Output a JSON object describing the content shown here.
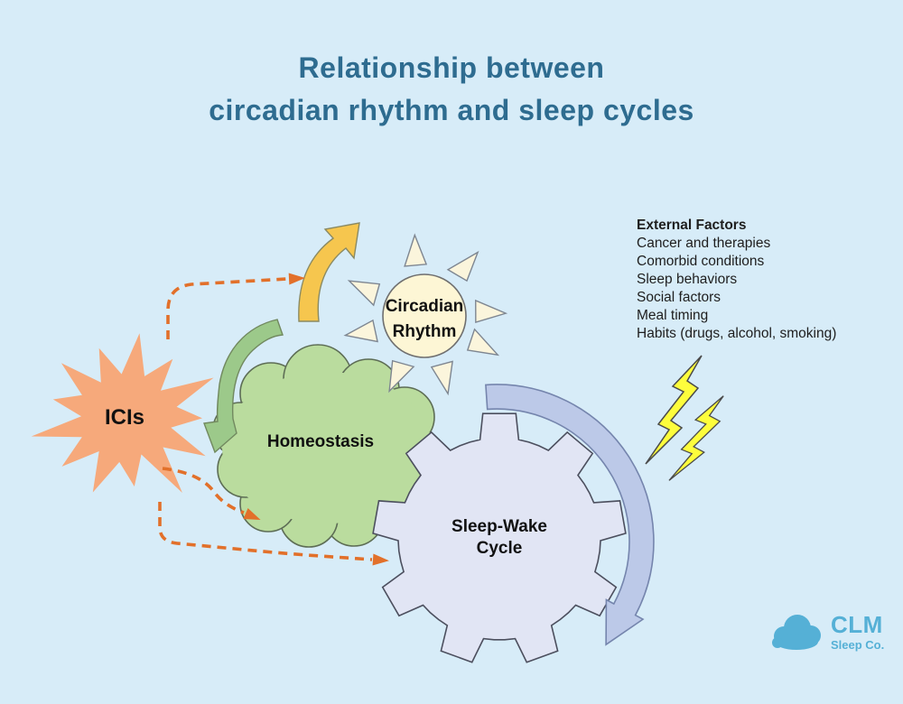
{
  "title": {
    "line1": "Relationship between",
    "line2": "circadian rhythm and sleep cycles"
  },
  "nodes": {
    "icis": {
      "label": "ICIs"
    },
    "circadian_rhythm": {
      "line1": "Circadian",
      "line2": "Rhythm"
    },
    "homeostasis": {
      "label": "Homeostasis"
    },
    "sleep_wake_cycle": {
      "line1": "Sleep-Wake",
      "line2": "Cycle"
    }
  },
  "external_factors": {
    "heading": "External Factors",
    "items": [
      "Cancer and therapies",
      "Comorbid conditions",
      "Sleep behaviors",
      "Social factors",
      "Meal timing",
      "Habits (drugs, alcohol, smoking)"
    ]
  },
  "logo": {
    "name": "CLM",
    "tagline": "Sleep Co."
  },
  "colors": {
    "background": "#d7ecf8",
    "title_text": "#2e6c90",
    "sun_fill": "#fdf6d5",
    "ray_fill": "#fbf5dc",
    "cloud_fill": "#badc9e",
    "gear_fill": "#e1e5f4",
    "starburst_fill": "#f6a97b",
    "lightning_fill": "#fdfd3c",
    "yellow_arrow": "#f6c64e",
    "green_arrow": "#9cc98a",
    "blue_arrow": "#bcc9e8",
    "dashed_arrow": "#e2702a",
    "logo_blue": "#55b0d6",
    "body_text": "#1e1e1e"
  }
}
